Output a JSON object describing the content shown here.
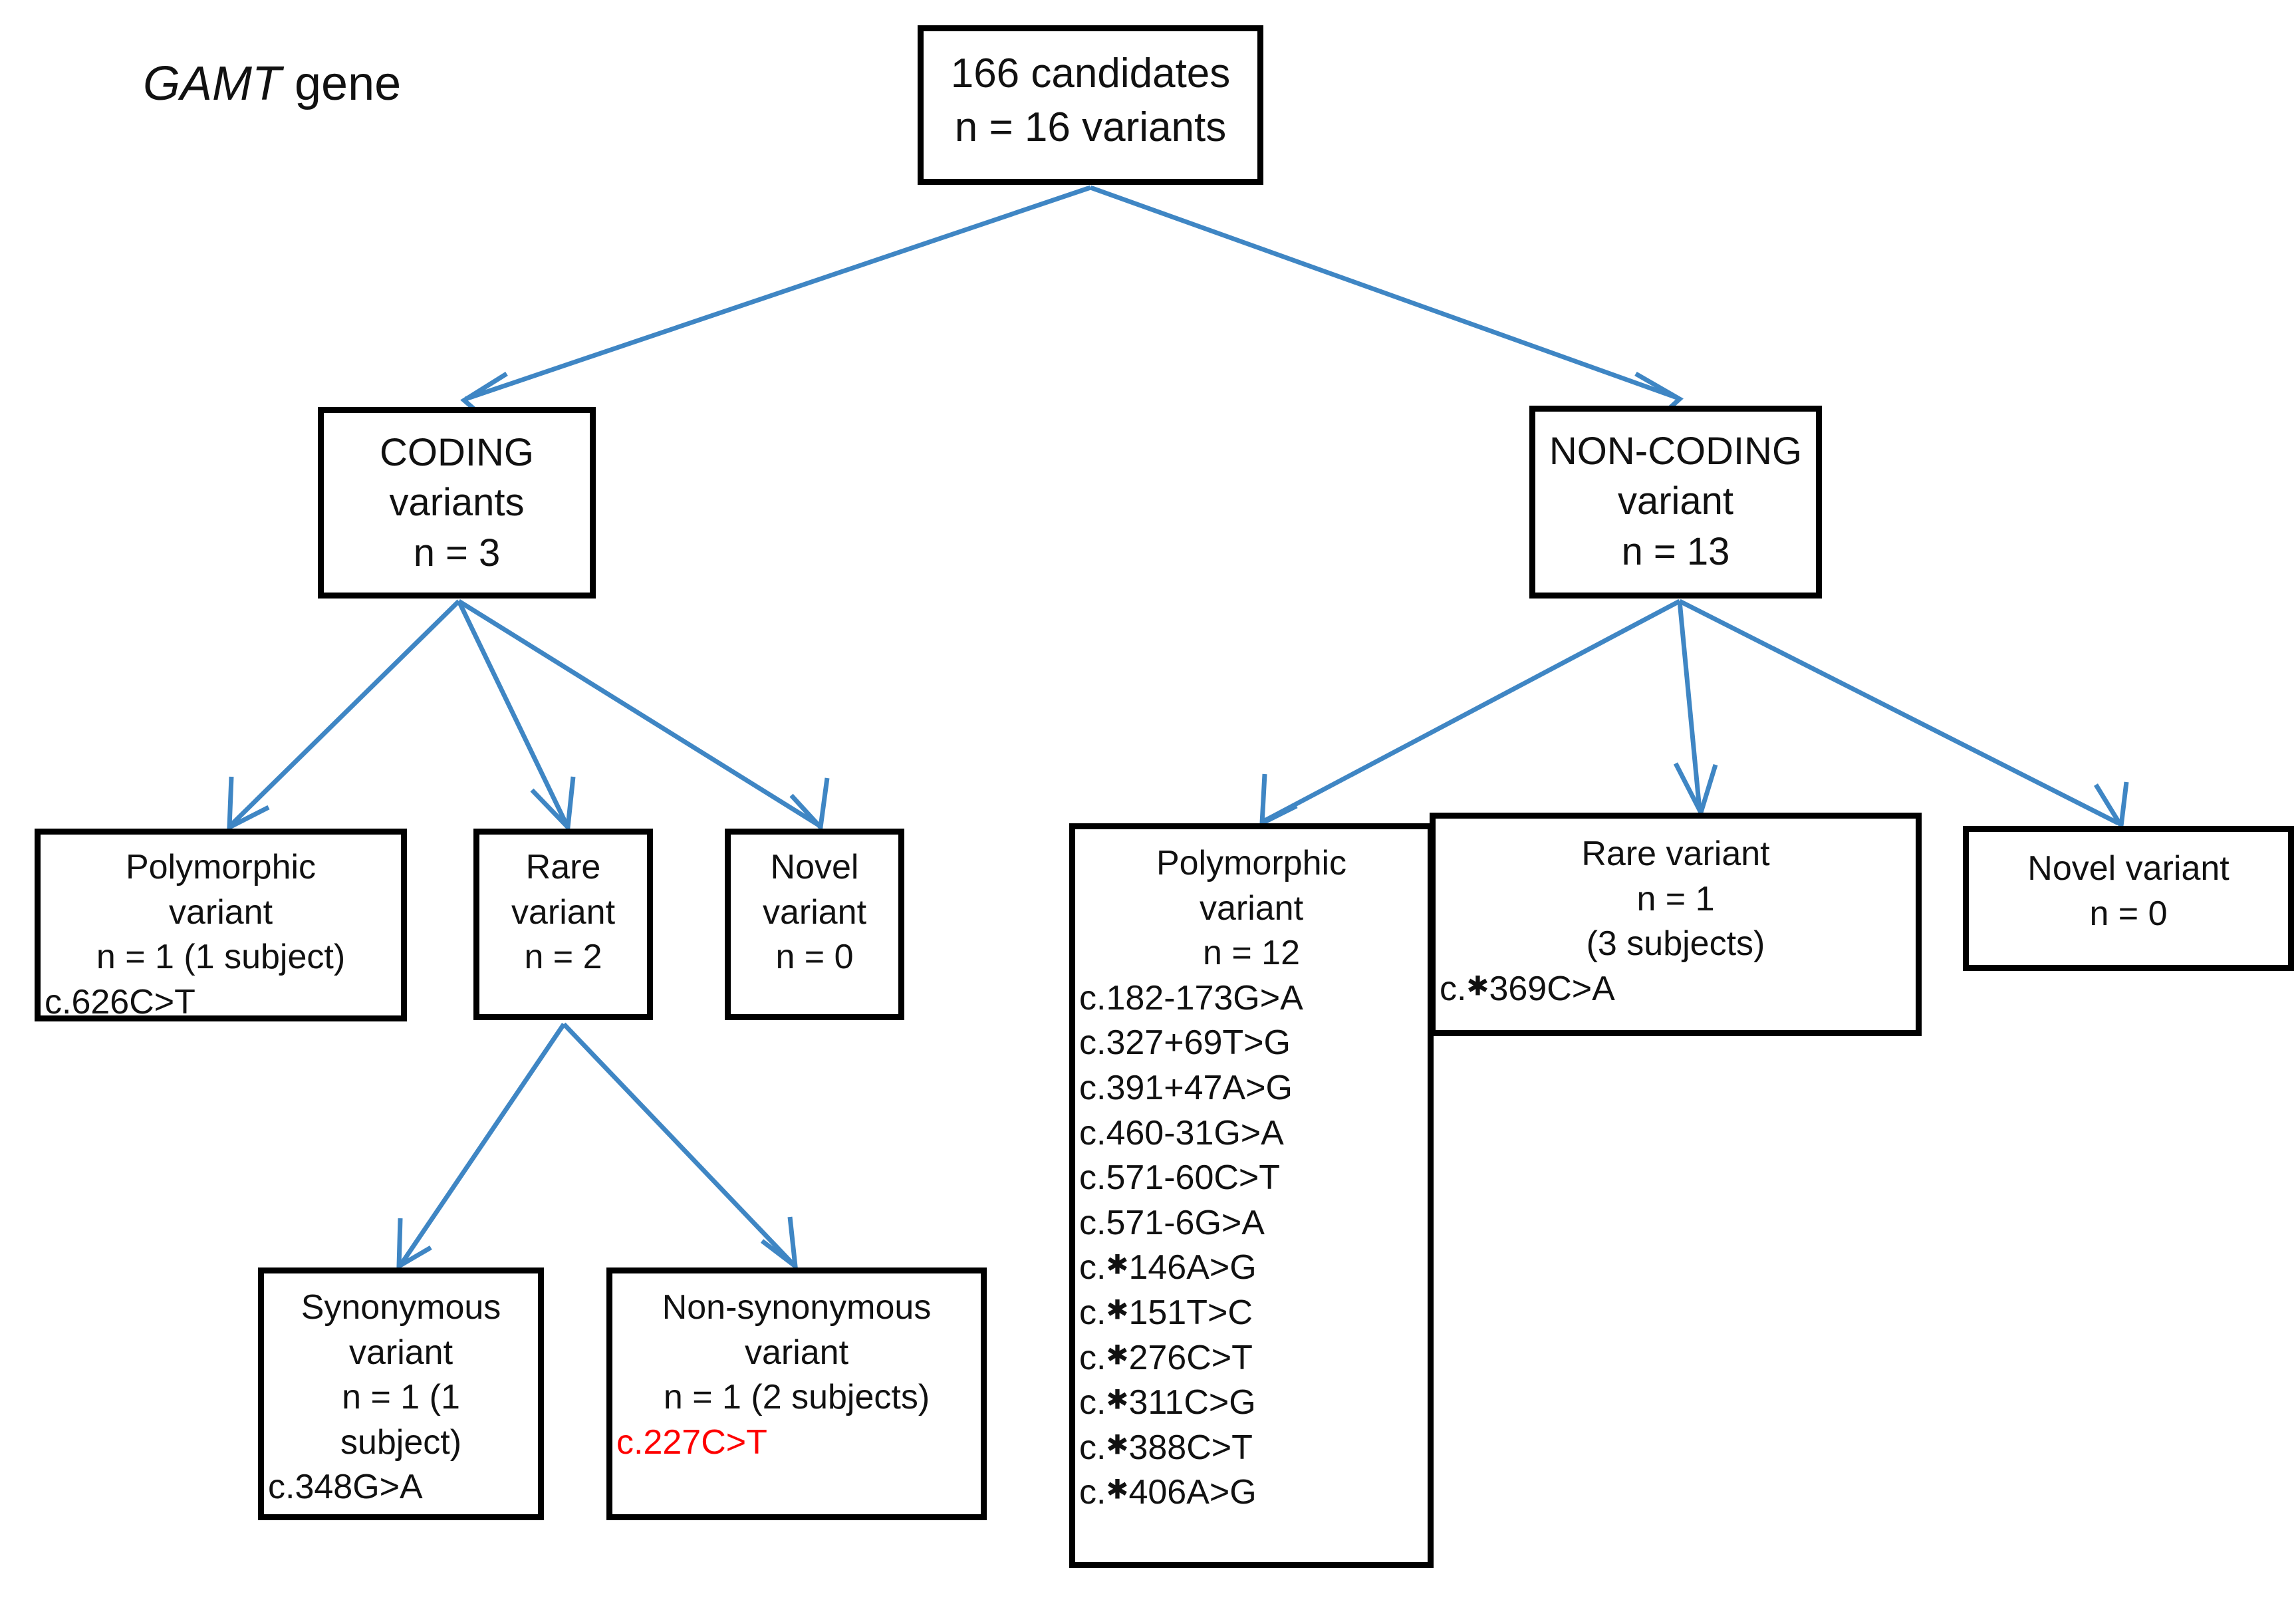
{
  "title": {
    "gene": "GAMT",
    "suffix": " gene"
  },
  "colors": {
    "edge": "#3f86c4",
    "box_border": "#000000",
    "highlight": "#fe0000",
    "text": "#111111"
  },
  "nodes": {
    "root": {
      "name": "root",
      "lines": [
        "166 candidates",
        "n = 16 variants"
      ]
    },
    "coding": {
      "name": "coding",
      "lines": [
        "CODING",
        "variants",
        "n = 3"
      ]
    },
    "noncoding": {
      "name": "noncoding",
      "lines": [
        "NON-CODING",
        "variant",
        "n = 13"
      ]
    },
    "coding_polymorphic": {
      "name": "coding-polymorphic",
      "lines": [
        "Polymorphic",
        "variant",
        "n = 1 (1 subject)"
      ],
      "variants": [
        "c.626C>T"
      ]
    },
    "coding_rare": {
      "name": "coding-rare",
      "lines": [
        "Rare",
        "variant",
        "n = 2"
      ],
      "variants": []
    },
    "coding_novel": {
      "name": "coding-novel",
      "lines": [
        "Novel",
        "variant",
        "n = 0"
      ],
      "variants": []
    },
    "synonymous": {
      "name": "synonymous",
      "lines": [
        "Synonymous",
        "variant",
        "n = 1 (1",
        "subject)"
      ],
      "variants": [
        "c.348G>A"
      ]
    },
    "nonsynonymous": {
      "name": "non-synonymous",
      "lines": [
        "Non-synonymous",
        "variant",
        "n = 1 (2 subjects)"
      ],
      "variants": [
        "c.227C>T"
      ],
      "variant_highlighted": true
    },
    "noncoding_polymorphic": {
      "name": "noncoding-polymorphic",
      "lines": [
        "Polymorphic",
        "variant",
        "n = 12"
      ],
      "variants": [
        "c.182-173G>A",
        "c.327+69T>G",
        "c.391+47A>G",
        "c.460-31G>A",
        "c.571-60C>T",
        "c.571-6G>A",
        "c.*146A>G",
        "c.*151T>C",
        "c.*276C>T",
        "c.*311C>G",
        "c.*388C>T",
        "c.*406A>G"
      ]
    },
    "noncoding_rare": {
      "name": "noncoding-rare",
      "lines": [
        "Rare variant",
        "n = 1",
        "(3 subjects)"
      ],
      "variants": [
        "c.*369C>A"
      ]
    },
    "noncoding_novel": {
      "name": "noncoding-novel",
      "lines": [
        "Novel variant",
        "n = 0"
      ],
      "variants": []
    }
  },
  "edges": [
    {
      "from": "root",
      "to": "coding"
    },
    {
      "from": "root",
      "to": "noncoding"
    },
    {
      "from": "coding",
      "to": "coding_polymorphic"
    },
    {
      "from": "coding",
      "to": "coding_rare"
    },
    {
      "from": "coding",
      "to": "coding_novel"
    },
    {
      "from": "coding_rare",
      "to": "synonymous"
    },
    {
      "from": "coding_rare",
      "to": "nonsynonymous"
    },
    {
      "from": "noncoding",
      "to": "noncoding_polymorphic"
    },
    {
      "from": "noncoding",
      "to": "noncoding_rare"
    },
    {
      "from": "noncoding",
      "to": "noncoding_novel"
    }
  ]
}
